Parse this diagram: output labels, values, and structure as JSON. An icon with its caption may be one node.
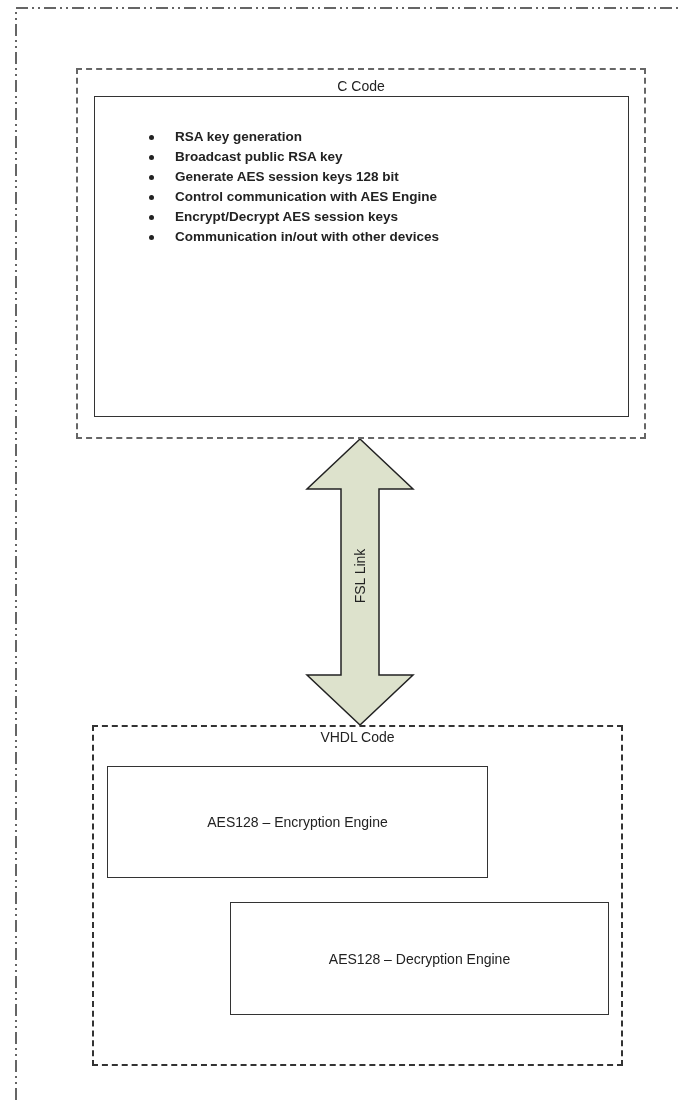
{
  "diagram": {
    "nodes": [
      {
        "text": [
          "C Code"
        ]
      },
      {
        "text": [
          "RSA key generation",
          "Broadcast public RSA key",
          "Generate AES session keys 128 bit",
          "Control communication with AES Engine",
          "Encrypt/Decrypt AES session keys",
          "Communication in/out with other devices"
        ],
        "in": 0
      },
      {
        "text": [
          "VHDL Code"
        ]
      },
      {
        "text": [
          "AES128 – Encryption Engine"
        ],
        "in": 2
      },
      {
        "text": [
          "AES128 – Decryption Engine"
        ],
        "in": 2
      }
    ],
    "edges": [
      {
        "from": 0,
        "to": 2,
        "arrow": "both",
        "label": "FSL Link",
        "style": "thick"
      }
    ]
  }
}
